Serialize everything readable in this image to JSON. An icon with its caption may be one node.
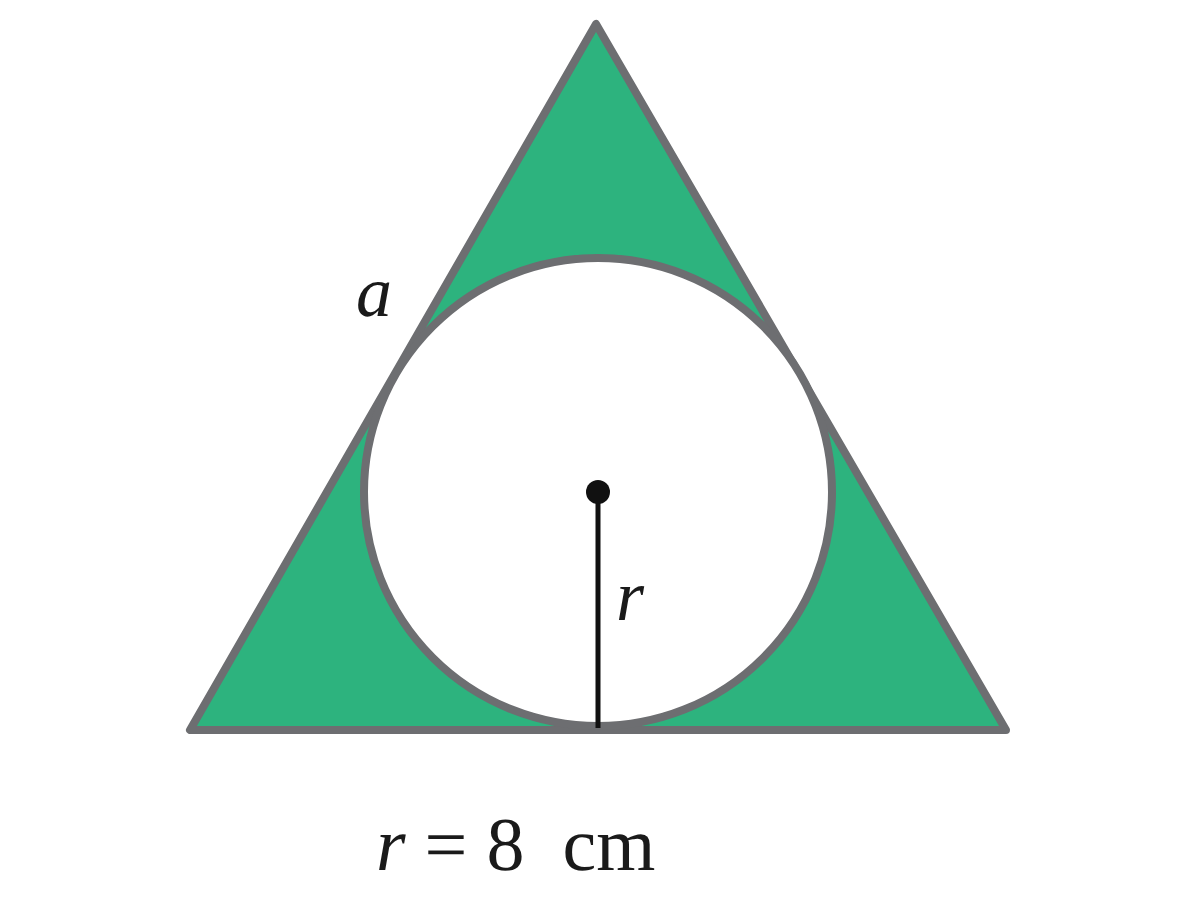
{
  "diagram": {
    "labels": [
      "a",
      "r",
      "*r* = 8  cm"
    ]
  }
}
